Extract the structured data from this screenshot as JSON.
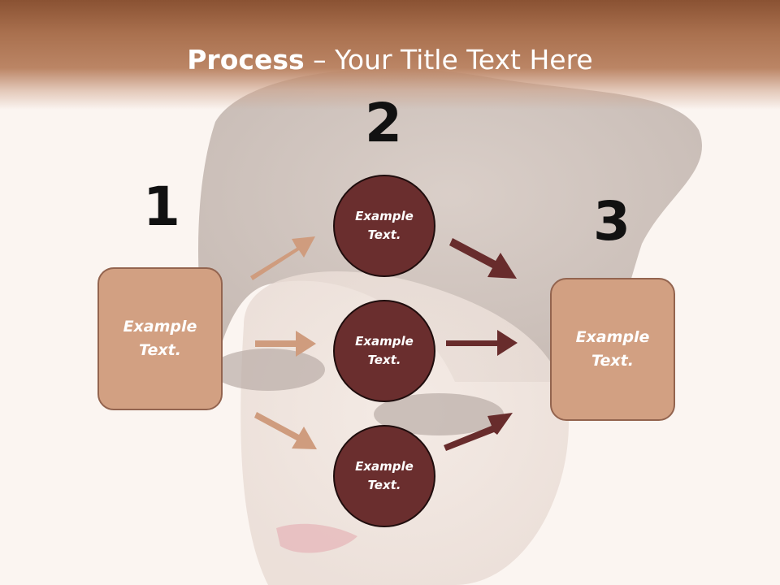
{
  "title": {
    "bold": "Process",
    "rest": " – Your Title Text Here"
  },
  "steps": [
    {
      "number": "1",
      "text": "Example\nText."
    },
    {
      "number": "2",
      "items": [
        {
          "text": "Example\nText."
        },
        {
          "text": "Example\nText."
        },
        {
          "text": "Example\nText."
        }
      ]
    },
    {
      "number": "3",
      "text": "Example\nText."
    }
  ],
  "colors": {
    "header": "#a9704e",
    "box_fill": "#d2a082",
    "box_border": "#93644f",
    "circle_fill": "#6a2e2e",
    "arrow_light": "#cf9c7e",
    "arrow_dark": "#682c2c"
  }
}
